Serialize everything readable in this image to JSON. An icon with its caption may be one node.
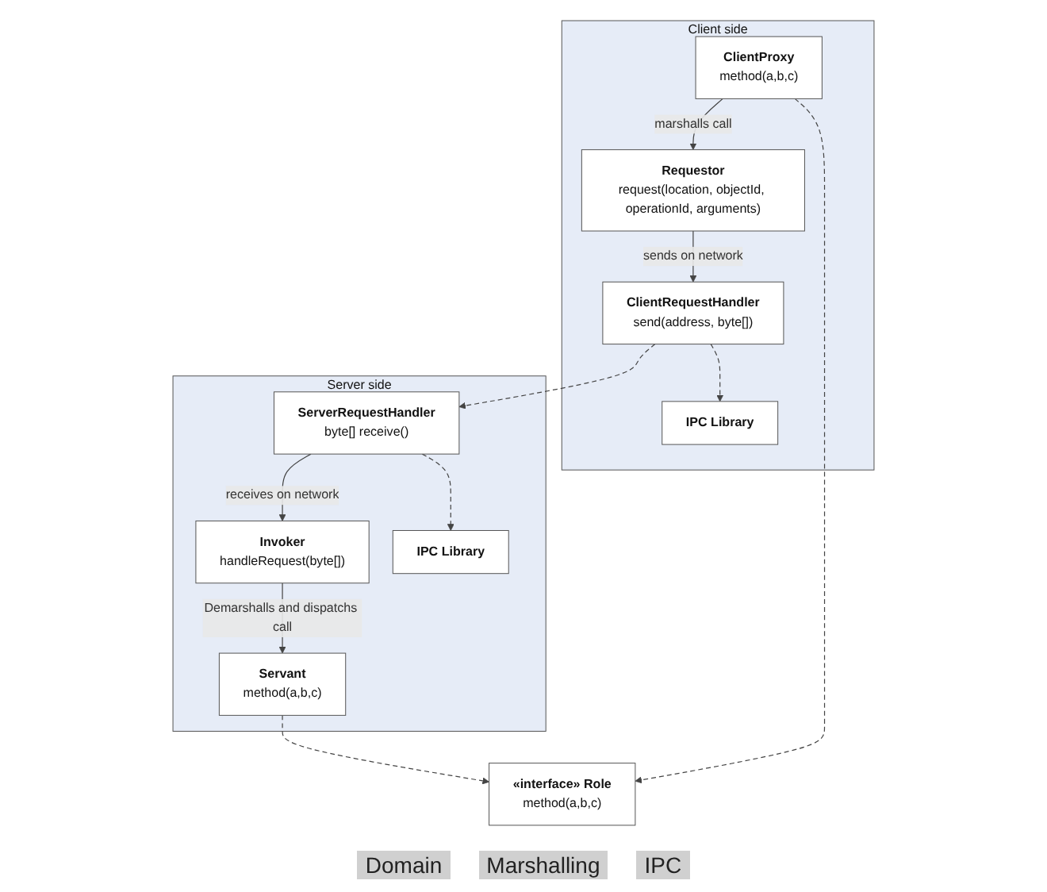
{
  "diagram": {
    "nodes": [
      {
        "text": [
          "«interface» Role",
          "method(a,b,c)"
        ]
      },
      {
        "text": [
          "Client side"
        ]
      },
      {
        "text": [
          "ClientProxy",
          "method(a,b,c)"
        ],
        "in": 1
      },
      {
        "text": [
          "Requestor",
          "request(location, objectId, operationId, arguments)"
        ],
        "in": 1
      },
      {
        "text": [
          "ClientRequestHandler",
          "send(address, byte[])"
        ],
        "in": 1
      },
      {
        "text": [
          "IPC Library"
        ],
        "in": 1
      },
      {
        "text": [
          "Server side"
        ]
      },
      {
        "text": [
          "Servant",
          "method(a,b,c)"
        ],
        "in": 6
      },
      {
        "text": [
          "Invoker",
          "handleRequest(byte[])"
        ],
        "in": 6
      },
      {
        "text": [
          "ServerRequestHandler",
          "byte[] receive()"
        ],
        "in": 6
      },
      {
        "text": [
          "IPC Library"
        ],
        "in": 6
      }
    ],
    "edges": [
      {
        "from": 2,
        "to": 0,
        "arrow": "to",
        "style": "dashed"
      },
      {
        "from": 7,
        "to": 0,
        "arrow": "to",
        "style": "dashed"
      },
      {
        "from": 2,
        "to": 3,
        "arrow": "to",
        "label": "marshalls call"
      },
      {
        "from": 3,
        "to": 4,
        "arrow": "to",
        "label": "sends on network"
      },
      {
        "from": 4,
        "to": 9,
        "arrow": "to",
        "style": "dashed"
      },
      {
        "from": 4,
        "to": 5,
        "arrow": "to",
        "style": "dashed"
      },
      {
        "from": 9,
        "to": 10,
        "arrow": "to",
        "style": "dashed"
      },
      {
        "from": 9,
        "to": 8,
        "arrow": "to",
        "label": "receives on network"
      },
      {
        "from": 8,
        "to": 7,
        "arrow": "to",
        "label": "Demarshalls and dispatchs call"
      }
    ],
    "labels": [
      "Domain",
      "Marshalling",
      "IPC"
    ]
  }
}
